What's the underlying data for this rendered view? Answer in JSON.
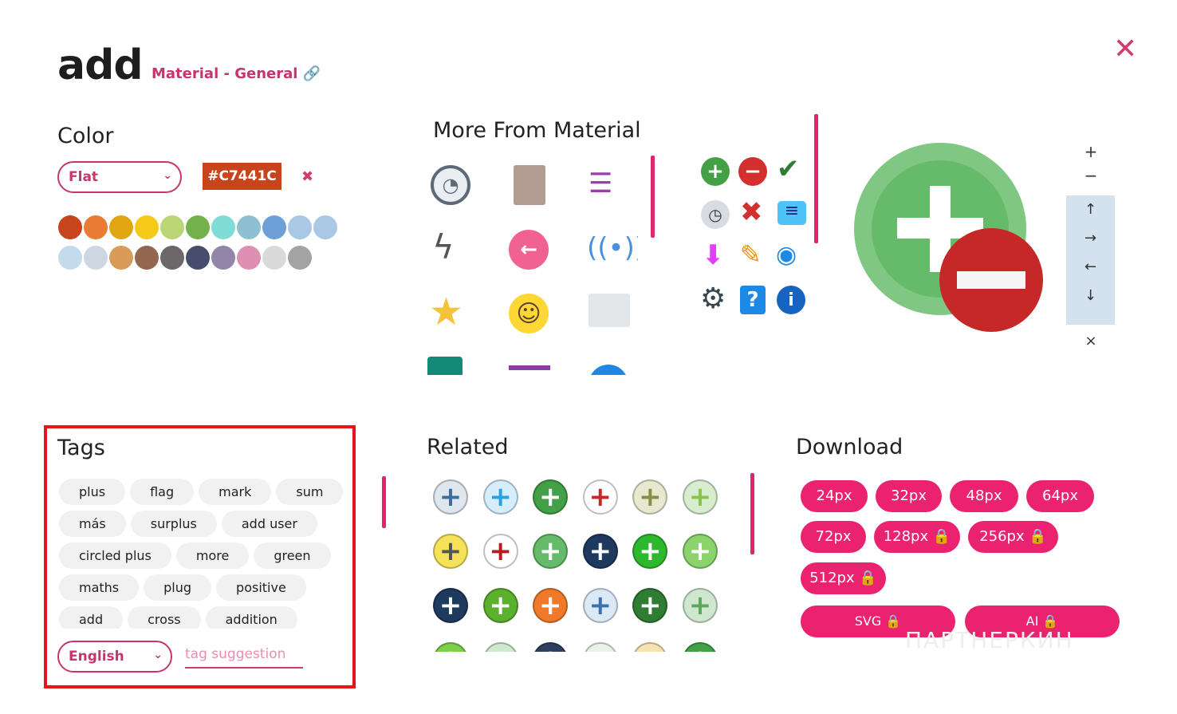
{
  "title": "add",
  "category": "Material - General",
  "color": {
    "heading": "Color",
    "style_select": "Flat",
    "hex": "#C7441C",
    "clear": "✖",
    "swatches": [
      "#c7441c",
      "#e97b35",
      "#e2a613",
      "#f4c917",
      "#b9d574",
      "#74b14d",
      "#7fdcd7",
      "#8ec0d3",
      "#6f9fd9",
      "#a9c8e3",
      "#aac8e3",
      "#c4dbeb",
      "#cfd7e3",
      "#d99b5a",
      "#936750",
      "#6c6768",
      "#474d6c",
      "#9286a8",
      "#dd90b2",
      "#dadada",
      "#a3a3a3"
    ]
  },
  "more_from": {
    "heading": "More From Material"
  },
  "preview": {
    "zoom_in": "+",
    "zoom_out": "−",
    "up": "↑",
    "right": "→",
    "left": "←",
    "down": "↓",
    "reset": "×"
  },
  "tags": {
    "heading": "Tags",
    "items": [
      "plus",
      "flag",
      "mark",
      "sum",
      "más",
      "surplus",
      "add user",
      "circled plus",
      "more",
      "green",
      "maths",
      "plug",
      "positive",
      "add",
      "cross",
      "addition"
    ],
    "language": "English",
    "suggestion_placeholder": "tag suggestion"
  },
  "related": {
    "heading": "Related"
  },
  "download": {
    "heading": "Download",
    "sizes": [
      "24px",
      "32px",
      "48px",
      "64px",
      "72px",
      "128px 🔒",
      "256px 🔒",
      "512px 🔒"
    ],
    "svg": "SVG 🔒",
    "ai": "AI 🔒"
  },
  "close": "✕",
  "watermark": "ПАРТНЕРКИН"
}
